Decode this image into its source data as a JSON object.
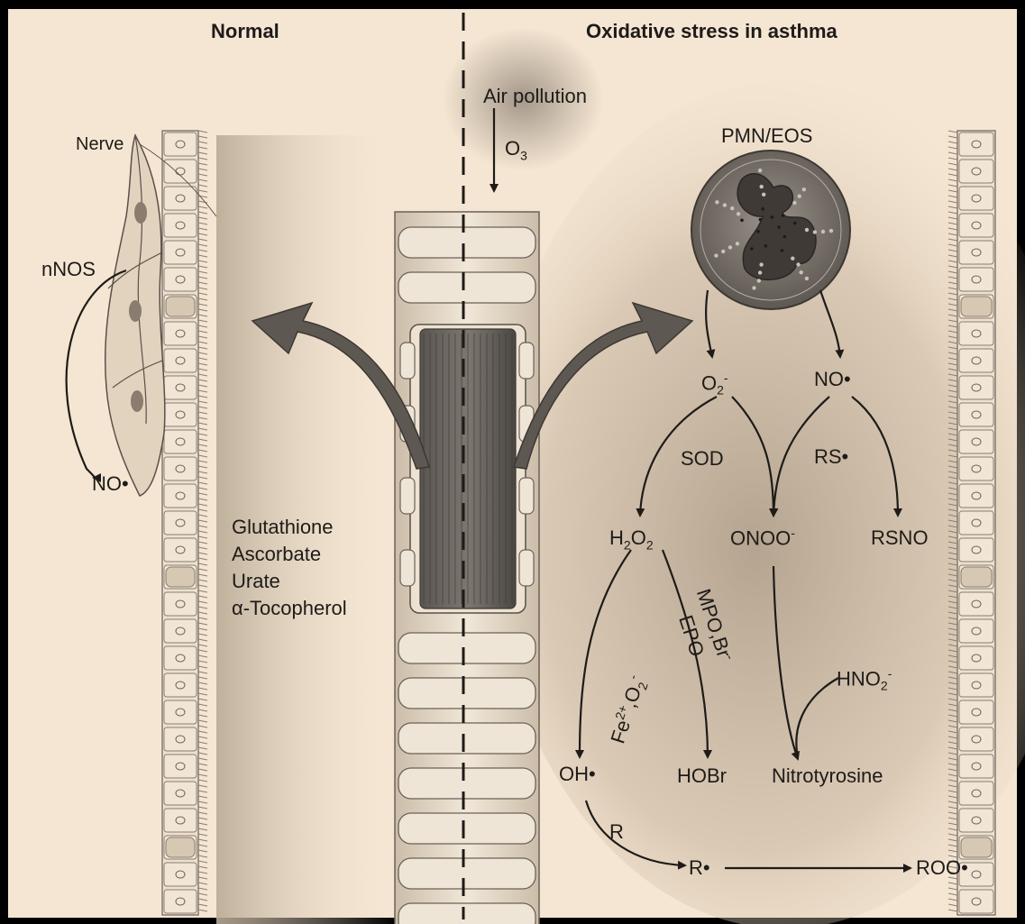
{
  "headings": {
    "left": "Normal",
    "right": "Oxidative stress in asthma"
  },
  "left_panel": {
    "nerve": "Nerve",
    "nnos": "nNOS",
    "no_radical": "NO•",
    "antioxidants": [
      "Glutathione",
      "Ascorbate",
      "Urate",
      "α-Tocopherol"
    ]
  },
  "center": {
    "air_pollution": "Air pollution",
    "ozone": {
      "base": "O",
      "sub": "3"
    }
  },
  "right_panel": {
    "cell": "PMN/EOS",
    "superoxide": {
      "base": "O",
      "sub": "2",
      "sup": "-"
    },
    "nitric_oxide": "NO•",
    "sod": "SOD",
    "rs_radical": "RS•",
    "peroxide": {
      "a": "H",
      "sub1": "2",
      "b": "O",
      "sub2": "2"
    },
    "peroxynitrite": {
      "base": "ONOO",
      "sup": "-"
    },
    "rsno": "RSNO",
    "fenton": {
      "a": "Fe",
      "sup1": "2+",
      "b": ",O",
      "sub": "2",
      "sup2": "-"
    },
    "mpo_br": {
      "base": "MPO,Br",
      "sup": "-"
    },
    "epo": "EPO",
    "nitrite": {
      "base": "HNO",
      "sub": "2",
      "sup": "-"
    },
    "hydroxyl": "OH•",
    "hobr": "HOBr",
    "nitrotyrosine": "Nitrotyrosine",
    "r": "R",
    "r_radical": "R•",
    "roo_radical": "ROO•"
  }
}
